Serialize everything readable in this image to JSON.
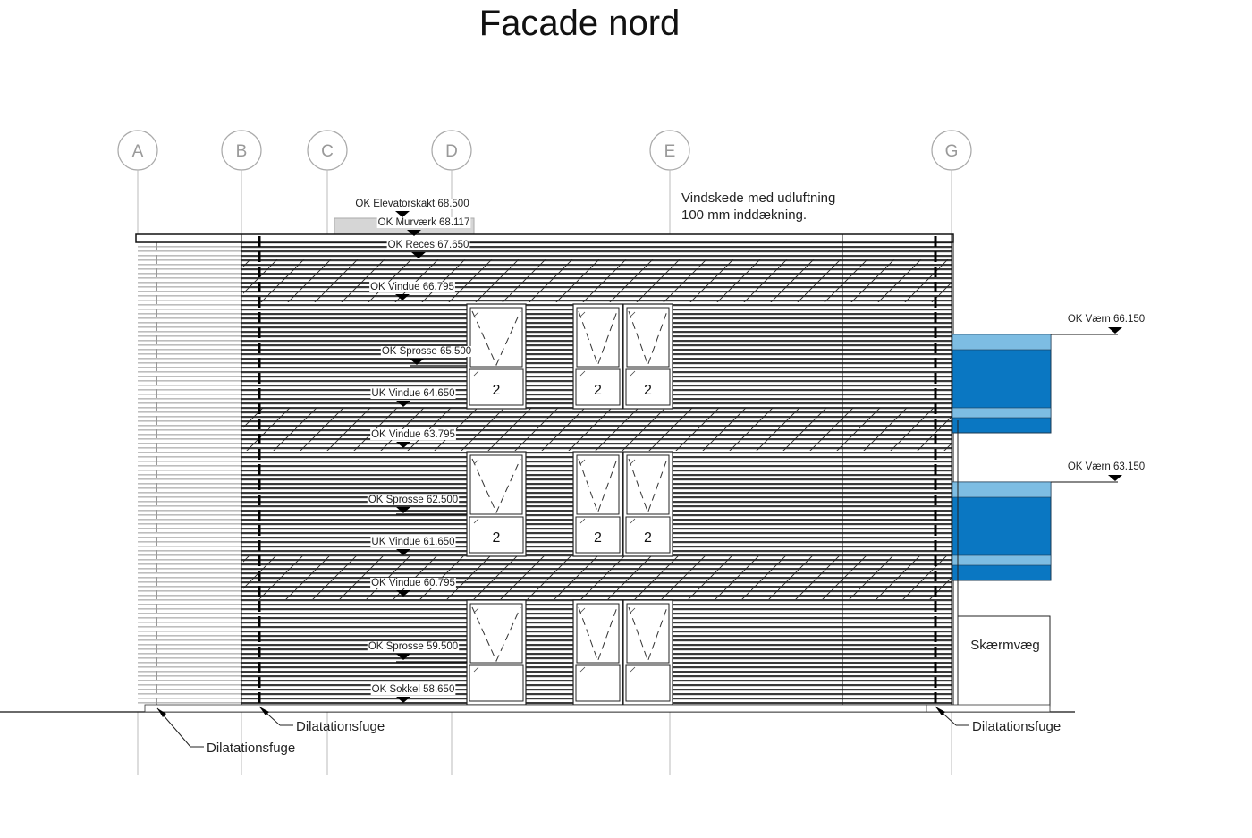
{
  "title": "Facade nord",
  "grid_axes": [
    "A",
    "B",
    "C",
    "D",
    "E",
    "G"
  ],
  "note": {
    "line1": "Vindskede med udluftning",
    "line2": "100 mm inddækning."
  },
  "levels": [
    {
      "id": "ok-elevatorskakt",
      "label": "OK Elevatorskakt 68.500"
    },
    {
      "id": "ok-murvaerk",
      "label": "OK Murværk 68.117"
    },
    {
      "id": "ok-reces",
      "label": "OK Reces 67.650"
    },
    {
      "id": "ok-vindue-1",
      "label": "OK Vindue 66.795"
    },
    {
      "id": "ok-sprosse-1",
      "label": "OK Sprosse 65.500"
    },
    {
      "id": "uk-vindue-1",
      "label": "UK Vindue 64.650"
    },
    {
      "id": "ok-vindue-2",
      "label": "OK Vindue 63.795"
    },
    {
      "id": "ok-sprosse-2",
      "label": "OK Sprosse 62.500"
    },
    {
      "id": "uk-vindue-2",
      "label": "UK Vindue 61.650"
    },
    {
      "id": "ok-vindue-3",
      "label": "OK Vindue 60.795"
    },
    {
      "id": "ok-sprosse-3",
      "label": "OK Sprosse 59.500"
    },
    {
      "id": "ok-sokkel",
      "label": "OK Sokkel 58.650"
    }
  ],
  "railing_levels": [
    {
      "id": "ok-vaern-1",
      "label": "OK Værn 66.150"
    },
    {
      "id": "ok-vaern-2",
      "label": "OK Værn 63.150"
    }
  ],
  "window_tag": "2",
  "screen_wall": "Skærmvæg",
  "dilatation": [
    "Dilatationsfuge",
    "Dilatationsfuge",
    "Dilatationsfuge"
  ],
  "colors": {
    "railing_dark": "#0a77c2",
    "railing_light": "#7dbde3"
  }
}
